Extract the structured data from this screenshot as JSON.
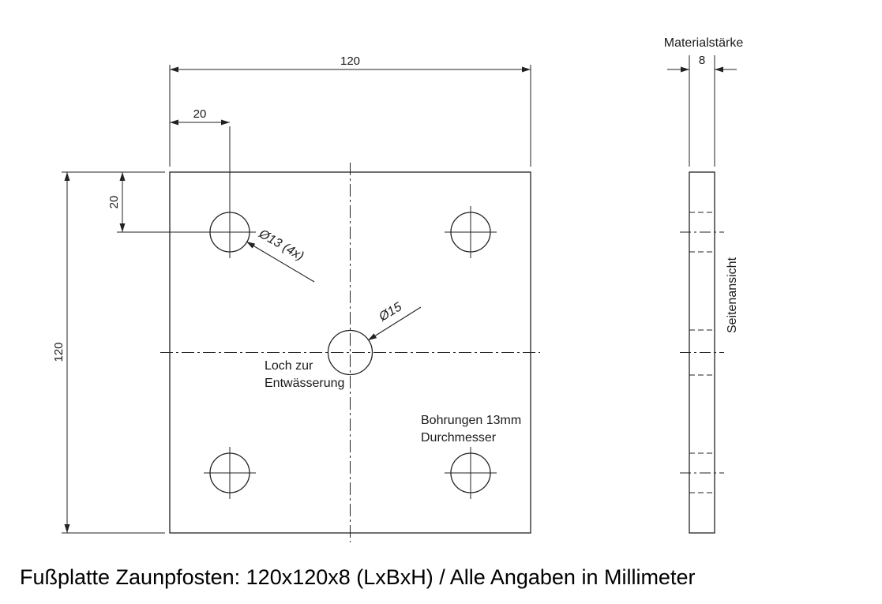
{
  "caption": "Fußplatte Zaunpfosten: 120x120x8 (LxBxH) / Alle Angaben in Millimeter",
  "front_view": {
    "dim_top_width": "120",
    "dim_top_offset": "20",
    "dim_left_offset": "20",
    "dim_left_height": "120",
    "corner_hole_label": "Ø13 (4x)",
    "center_hole_label": "Ø15",
    "drain_note_line1": "Loch zur",
    "drain_note_line2": "Entwässerung",
    "bore_note_line1": "Bohrungen 13mm",
    "bore_note_line2": "Durchmesser"
  },
  "side_view": {
    "header": "Materialstärke",
    "dim_thickness": "8",
    "view_label": "Seitenansicht"
  },
  "colors": {
    "line": "#222222",
    "background": "#ffffff"
  }
}
